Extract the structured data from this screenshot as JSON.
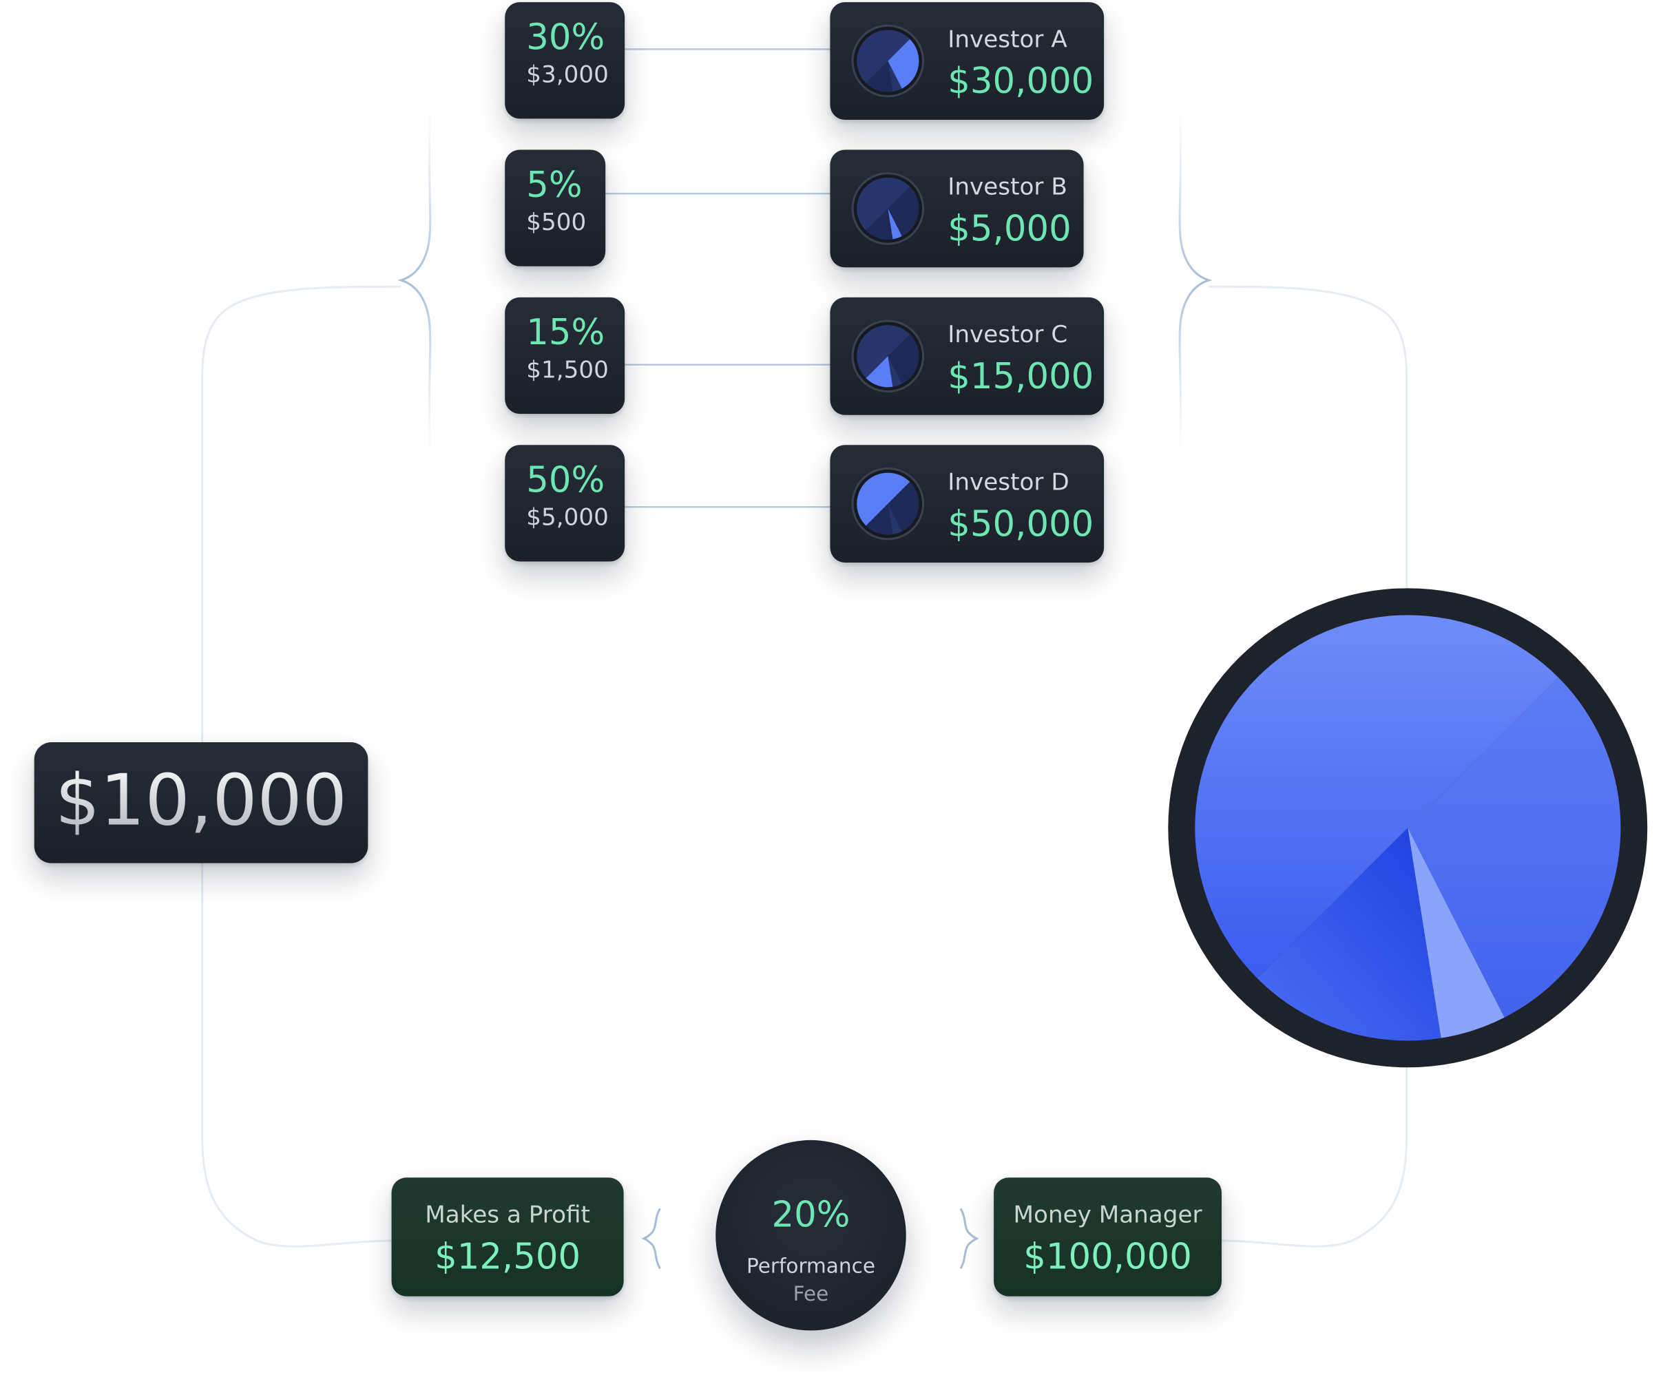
{
  "investors": [
    {
      "name": "Investor A",
      "value": "$30,000",
      "share_pct": "30%",
      "share_amount": "$3,000",
      "share": 0.3
    },
    {
      "name": "Investor B",
      "value": "$5,000",
      "share_pct": "5%",
      "share_amount": "$500",
      "share": 0.05
    },
    {
      "name": "Investor C",
      "value": "$15,000",
      "share_pct": "15%",
      "share_amount": "$1,500",
      "share": 0.15
    },
    {
      "name": "Investor D",
      "value": "$50,000",
      "share_pct": "50%",
      "share_amount": "$5,000",
      "share": 0.5
    }
  ],
  "total": "$10,000",
  "profit": {
    "label": "Makes a Profit",
    "value": "$12,500"
  },
  "fee": {
    "percent": "20%",
    "line1": "Performance",
    "line2": "Fee"
  },
  "manager": {
    "label": "Money Manager",
    "value": "$100,000"
  },
  "colors": {
    "card_bg": "#1e232c",
    "accent_green": "#6ee6b4",
    "pie_blue": "#4a6cf2",
    "pie_light": "#8aa4fb",
    "pie_mid": "#6a88f8",
    "pie_dark": "#2345e0",
    "connector": "#a9c0dc"
  }
}
